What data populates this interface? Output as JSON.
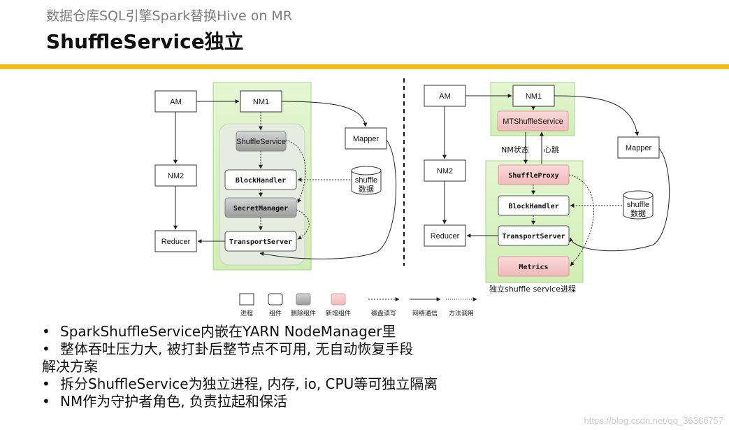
{
  "header": {
    "subtitle": "数据仓库SQL引擎Spark替换Hive on MR",
    "title": "ShuffleService独立"
  },
  "colors": {
    "accent_bar": "#f2bd18",
    "nm_container": "#d9f2c2",
    "new_component": "#f7cccc",
    "removed_component": "#bdbdbd"
  },
  "left_diagram": {
    "am": "AM",
    "nm1": "NM1",
    "nm2": "NM2",
    "reducer": "Reducer",
    "mapper": "Mapper",
    "shuffle_service": "ShuffleService",
    "block_handler": "BlockHandler",
    "secret_manager": "SecretManager",
    "transport_server": "TransportServer",
    "disk_line1": "shuffle",
    "disk_line2": "数据"
  },
  "right_diagram": {
    "am": "AM",
    "nm1": "NM1",
    "nm2": "NM2",
    "reducer": "Reducer",
    "mapper": "Mapper",
    "mt_shuffle_service": "MTShuffleService",
    "nm_status": "NM状态",
    "heartbeat": "心跳",
    "shuffle_proxy": "ShuffleProxy",
    "block_handler": "BlockHandler",
    "transport_server": "TransportServer",
    "metrics": "Metrics",
    "disk_line1": "shuffle",
    "disk_line2": "数据",
    "container_caption": "独立shuffle service进程"
  },
  "legend": {
    "process": "进程",
    "component": "组件",
    "removed_component": "删除组件",
    "new_component": "新增组件",
    "disk_rw": "磁盘读写",
    "network": "网络通信",
    "method_call": "方法调用"
  },
  "bullets": [
    "SparkShuffleService内嵌在YARN NodeManager里",
    "整体吞吐压力大, 被打卦后整节点不可用, 无自动恢复手段",
    "解决方案",
    "拆分ShuffleService为独立进程, 内存, io, CPU等可独立隔离",
    "NM作为守护者角色, 负责拉起和保活"
  ],
  "watermark": "https://blog.csdn.net/qq_36366757"
}
